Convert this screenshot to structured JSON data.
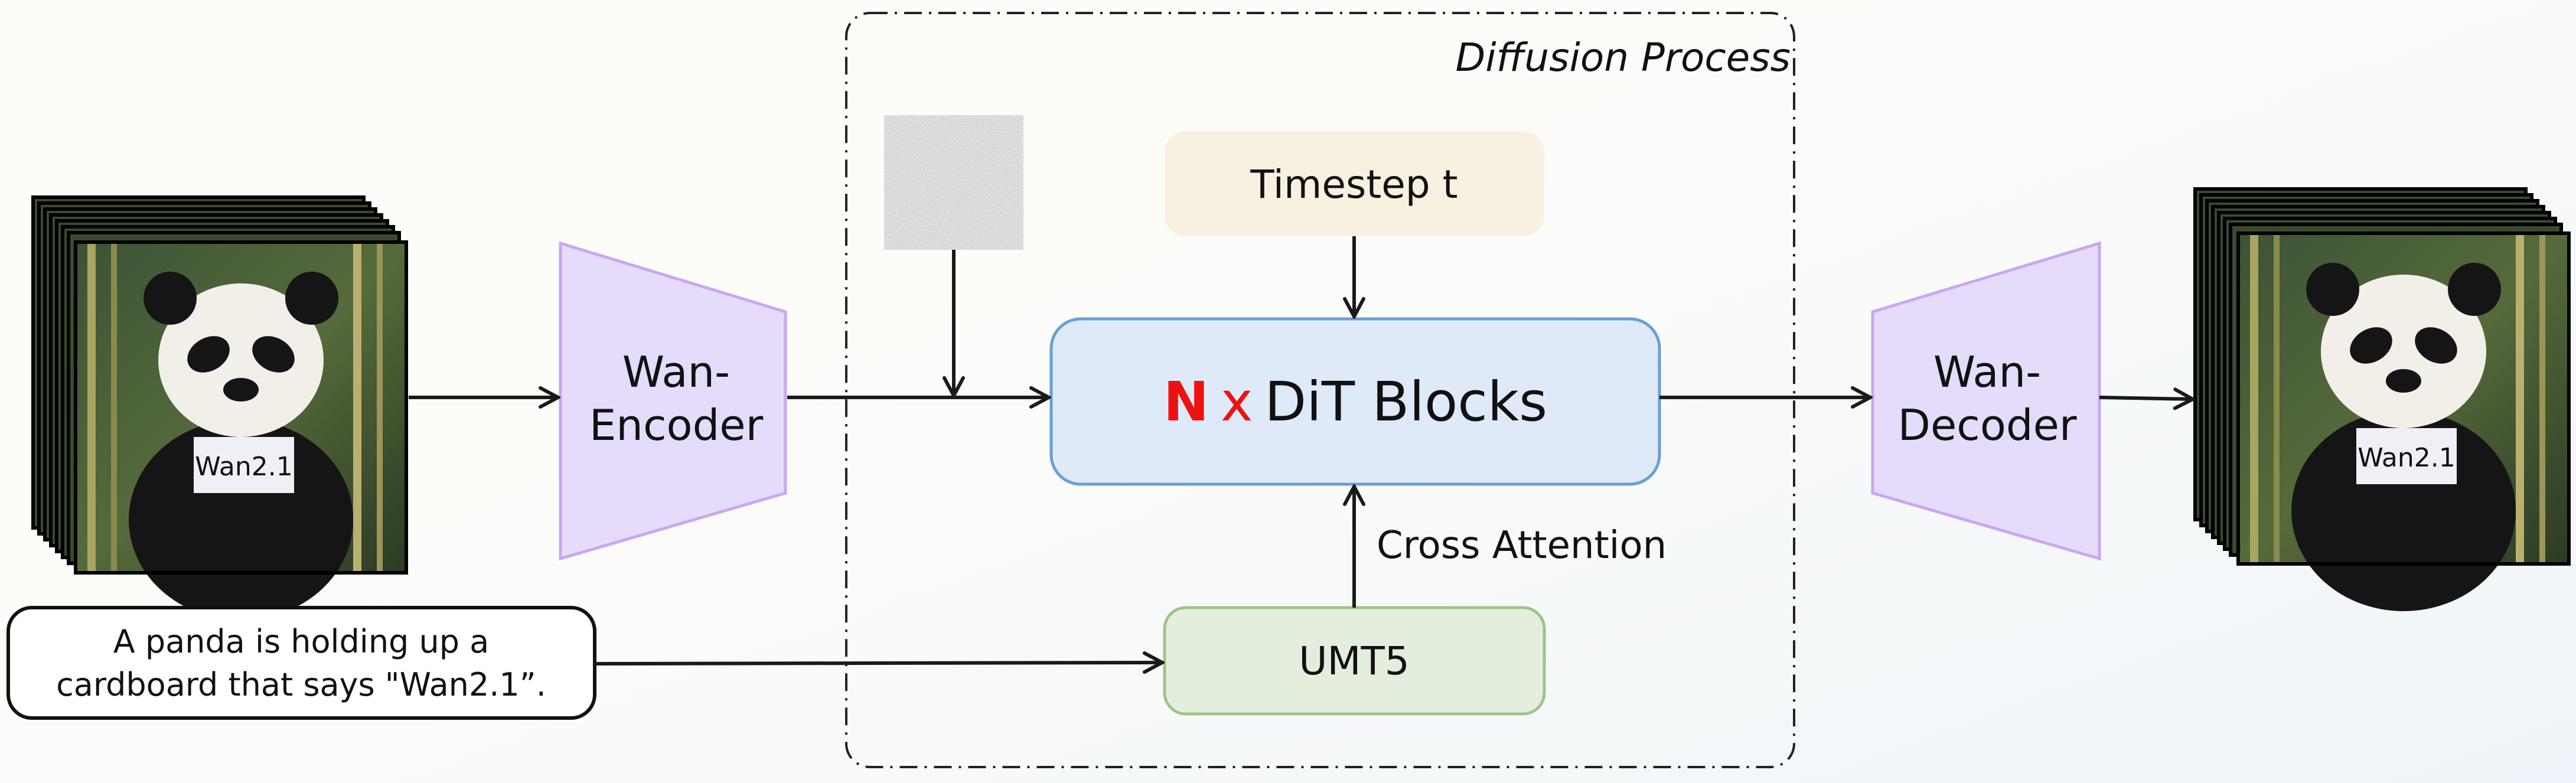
{
  "diffusion_process_label": "Diffusion Process",
  "encoder_label_line1": "Wan-",
  "encoder_label_line2": "Encoder",
  "decoder_label_line1": "Wan-",
  "decoder_label_line2": "Decoder",
  "timestep_label": "Timestep t",
  "dit": {
    "n": "N",
    "x": "x",
    "label": "DiT Blocks"
  },
  "cross_attention_label": "Cross Attention",
  "umt5_label": "UMT5",
  "prompt": {
    "line1": "A panda is holding up a",
    "line2": "cardboard that says \"Wan2.1”."
  },
  "sign_text": "Wan2.1",
  "colors": {
    "encoder_fill": "#e5dcfb",
    "encoder_stroke": "#c9a6f2",
    "timestep_fill": "#f9f1e0",
    "dit_fill": "#dfeaf9",
    "dit_stroke": "#6a9fd3",
    "umt5_fill": "#e3efdc",
    "umt5_stroke": "#9cc58a",
    "accent_red": "#ee1111"
  }
}
